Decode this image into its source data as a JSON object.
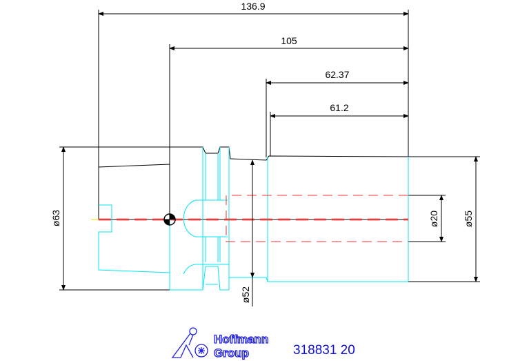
{
  "dimensions": {
    "overall_length": "136.9",
    "gauge_length": "105",
    "projection_length": "62.37",
    "clamp_length": "61.2",
    "flange_diameter": "ø63",
    "neck_diameter": "ø52",
    "bore_diameter": "ø20",
    "body_diameter": "ø55"
  },
  "logo": {
    "line1": "Hoffmann",
    "line2": "Group"
  },
  "part_number": "318831 20",
  "colors": {
    "outline": "#000000",
    "contour": "#00e5f0",
    "hidden": "#f03030",
    "brand": "#1010d0"
  }
}
